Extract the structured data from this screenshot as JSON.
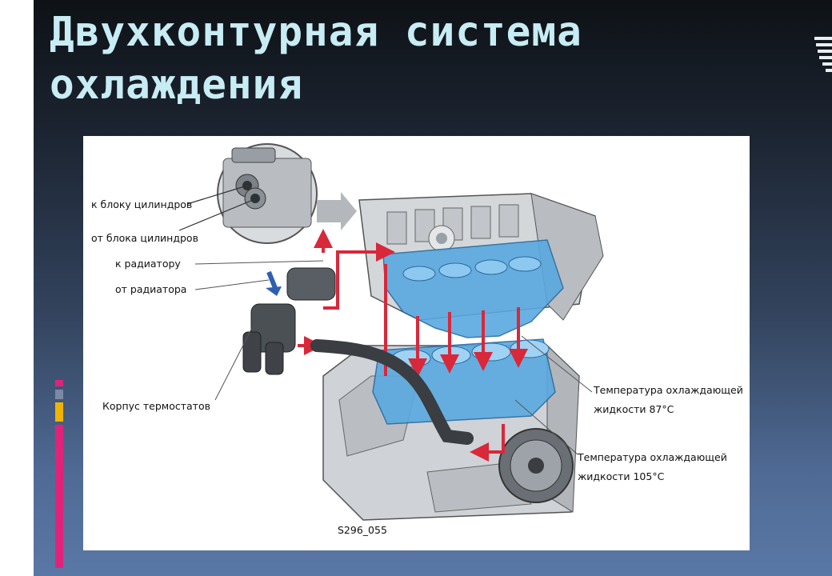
{
  "slide": {
    "title_line1": "Двухконтурная система",
    "title_line2": "охлаждения"
  },
  "diagram": {
    "labels": {
      "to_block": "к блоку цилиндров",
      "from_block": "от блока цилиндров",
      "to_radiator": "к радиатору",
      "from_radiator": "от радиатора",
      "thermostat_housing": "Корпус термостатов",
      "temp87_line1": "Температура охлаждающей",
      "temp87_line2": "жидкости 87°C",
      "temp105_line1": "Температура охлаждающей",
      "temp105_line2": "жидкости 105°C",
      "figure_code": "S296_055"
    },
    "colors": {
      "coolant_hot": "#d8283a",
      "coolant_cold": "#5aa9e0",
      "flow_in": "#2f5fb0",
      "engine_metal": "#cfd2d6",
      "title_text": "#c8ecf4"
    }
  }
}
